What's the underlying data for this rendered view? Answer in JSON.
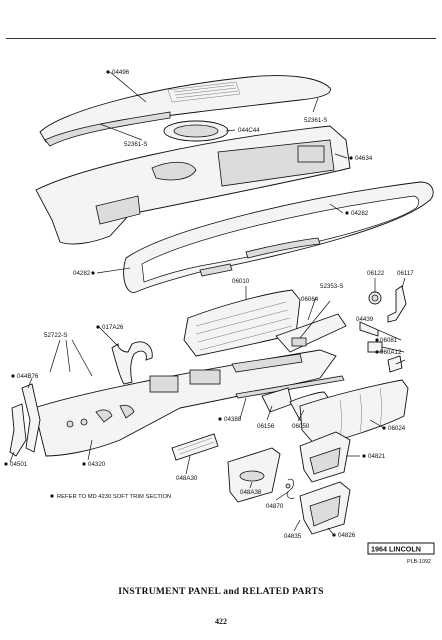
{
  "labels": {
    "04496": "04496",
    "52361_a": "52361-S",
    "52361_b": "52361-S",
    "044C44": "044C44",
    "04634": "04634",
    "04282_a": "04282",
    "04282_b": "04282",
    "06010": "06010",
    "52353": "52353-S",
    "06064": "06064",
    "06122": "06122",
    "06117": "06117",
    "52722": "52722-S",
    "017A26": "017A26",
    "04439": "04439",
    "06081": "06081",
    "060A12": "060A12",
    "044B76": "044B76",
    "04388": "04388",
    "06156": "06156",
    "06050": "06050",
    "06024": "06024",
    "04501": "04501",
    "04320": "04320",
    "048A30": "048A30",
    "04821": "04821",
    "048A38": "048A38",
    "04870": "04870",
    "04835": "04835",
    "04826": "04826"
  },
  "note": "REFER TO MD 4230 SOFT TRIM SECTION",
  "badge": "1964 LINCOLN",
  "plate": "PLB-1092",
  "title": "INSTRUMENT PANEL and RELATED PARTS",
  "page_number": "422"
}
